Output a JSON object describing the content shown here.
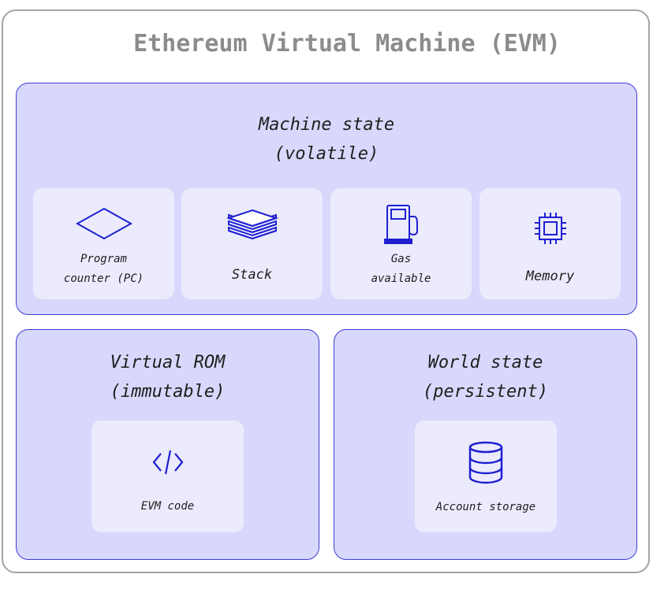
{
  "title": "Ethereum Virtual Machine (EVM)",
  "machine_state": {
    "heading_line1": "Machine state",
    "heading_line2": "(volatile)",
    "cards": [
      {
        "icon": "diamond-icon",
        "label_line1": "Program",
        "label_line2": "counter (PC)"
      },
      {
        "icon": "stack-layers-icon",
        "label": "Stack"
      },
      {
        "icon": "gas-pump-icon",
        "label_line1": "Gas",
        "label_line2": "available"
      },
      {
        "icon": "cpu-chip-icon",
        "label": "Memory"
      }
    ]
  },
  "virtual_rom": {
    "heading_line1": "Virtual ROM",
    "heading_line2": "(immutable)",
    "card": {
      "icon": "code-icon",
      "label": "EVM code"
    }
  },
  "world_state": {
    "heading_line1": "World state",
    "heading_line2": "(persistent)",
    "card": {
      "icon": "database-icon",
      "label": "Account storage"
    }
  },
  "colors": {
    "accent": "#1f1fd1",
    "panel_fill": "#d8d8fc",
    "card_fill": "#ebebfd",
    "title_gray": "#8c8c8c"
  }
}
